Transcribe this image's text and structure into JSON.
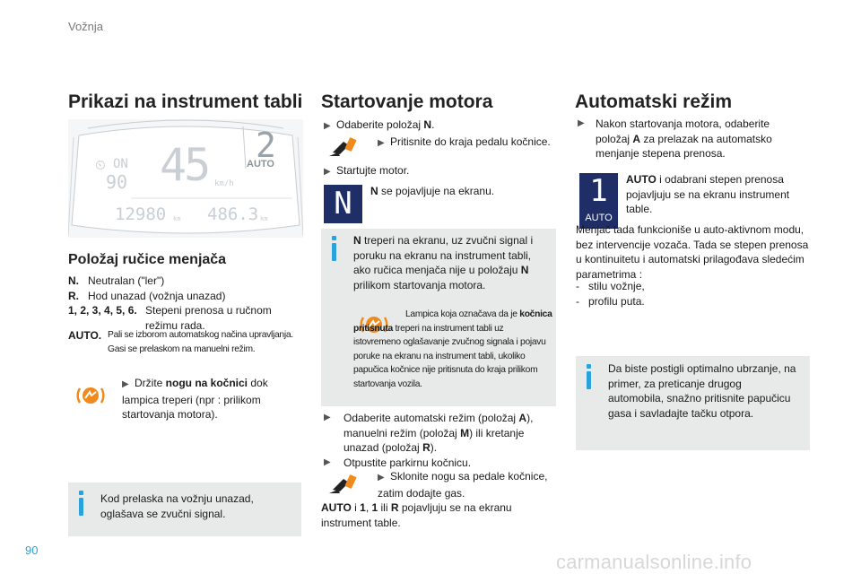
{
  "header": {
    "section": "Vožnja"
  },
  "footer": {
    "page_number": "90",
    "watermark": "carmanualsonline.info"
  },
  "col1": {
    "title": "Prikazi na instrument tabli",
    "dashboard": {
      "gear": "2",
      "mode": "AUTO",
      "on": "ON",
      "speed_limit": "90",
      "speed": "45",
      "speed_unit": "km/h",
      "odometer": "12980",
      "odo_unit": "km",
      "trip": "486.3",
      "trip_unit": "km"
    },
    "subtitle": "Položaj ručice menjača",
    "items": [
      {
        "key": "N.",
        "text": "Neutralan (\"ler\")"
      },
      {
        "key": "R.",
        "text": "Hod unazad (vožnja unazad)"
      },
      {
        "key": "1, 2, 3, 4, 5, 6.",
        "text": "Stepeni prenosa u ručnom režimu rada."
      }
    ],
    "auto_key": "AUTO.",
    "auto_text": "Pali se izborom automatskog načina upravljanja. Gasi se prelaskom na manuelni režim.",
    "brake_pre": "Držite ",
    "brake_bold": "nogu na kočnici",
    "brake_post": " dok lampica treperi (npr : prilikom startovanja motora).",
    "info": "Kod prelaska na vožnju unazad, oglašava se zvučni signal."
  },
  "col2": {
    "title": "Startovanje motora",
    "step1_pre": "Odaberite položaj ",
    "step1_bold": "N",
    "step1_post": ".",
    "step2": "Pritisnite do kraja pedalu kočnice.",
    "step3": "Startujte motor.",
    "display_glyph": "N",
    "n_bold": "N",
    "n_text": " se pojavljuje na ekranu.",
    "info1": {
      "b1": "N",
      "t1": " treperi na ekranu, uz zvučni signal i poruku na ekranu na instrument tabli, ako ručica menjača nije u položaju ",
      "b2": "N",
      "t2": " prilikom startovanja motora."
    },
    "info2": {
      "t1": "Lampica koja označava da je ",
      "b1": "kočnica pritisnuta",
      "t2": " treperi na instrument tabli uz istovremeno oglašavanje zvučnog signala i pojavu poruke na ekranu na instrument tabli, ukoliko papučica kočnice nije pritisnuta do kraja prilikom startovanja vozila."
    },
    "step4": {
      "t1": "Odaberite automatski režim (položaj ",
      "b1": "A",
      "t2": "), manuelni režim (položaj ",
      "b2": "M",
      "t3": ") ili kretanje unazad (položaj ",
      "b3": "R",
      "t4": ")."
    },
    "step5": "Otpustite parkirnu kočnicu.",
    "step6": "Sklonite nogu sa pedale kočnice, zatim dodajte gas.",
    "final": {
      "b1": "AUTO",
      "t1": " i ",
      "b2": "1",
      "t2": ", ",
      "b3": "1",
      "t3": " ili ",
      "b4": "R",
      "t4": " pojavljuju se na ekranu instrument table."
    }
  },
  "col3": {
    "title": "Automatski režim",
    "step1": {
      "t1": "Nakon startovanja motora, odaberite položaj ",
      "b1": "A",
      "t2": " za prelazak na automatsko menjanje stepena prenosa."
    },
    "display_gear": "1",
    "display_mode": "AUTO",
    "auto_bold": "AUTO",
    "auto_text": " i odabrani stepen prenosa pojavljuju se na ekranu instrument table.",
    "para": "Menjač tada funkcioniše u auto-aktivnom modu, bez intervencije vozača. Tada se stepen prenosa u kontinuitetu i automatski prilagođava sledećim parametrima :",
    "list": [
      "stilu vožnje,",
      "profilu puta."
    ],
    "info": "Da biste postigli optimalno ubrzanje, na primer, za preticanje drugog automobila, snažno pritisnite papučicu gasa i savladajte tačku otpora."
  }
}
